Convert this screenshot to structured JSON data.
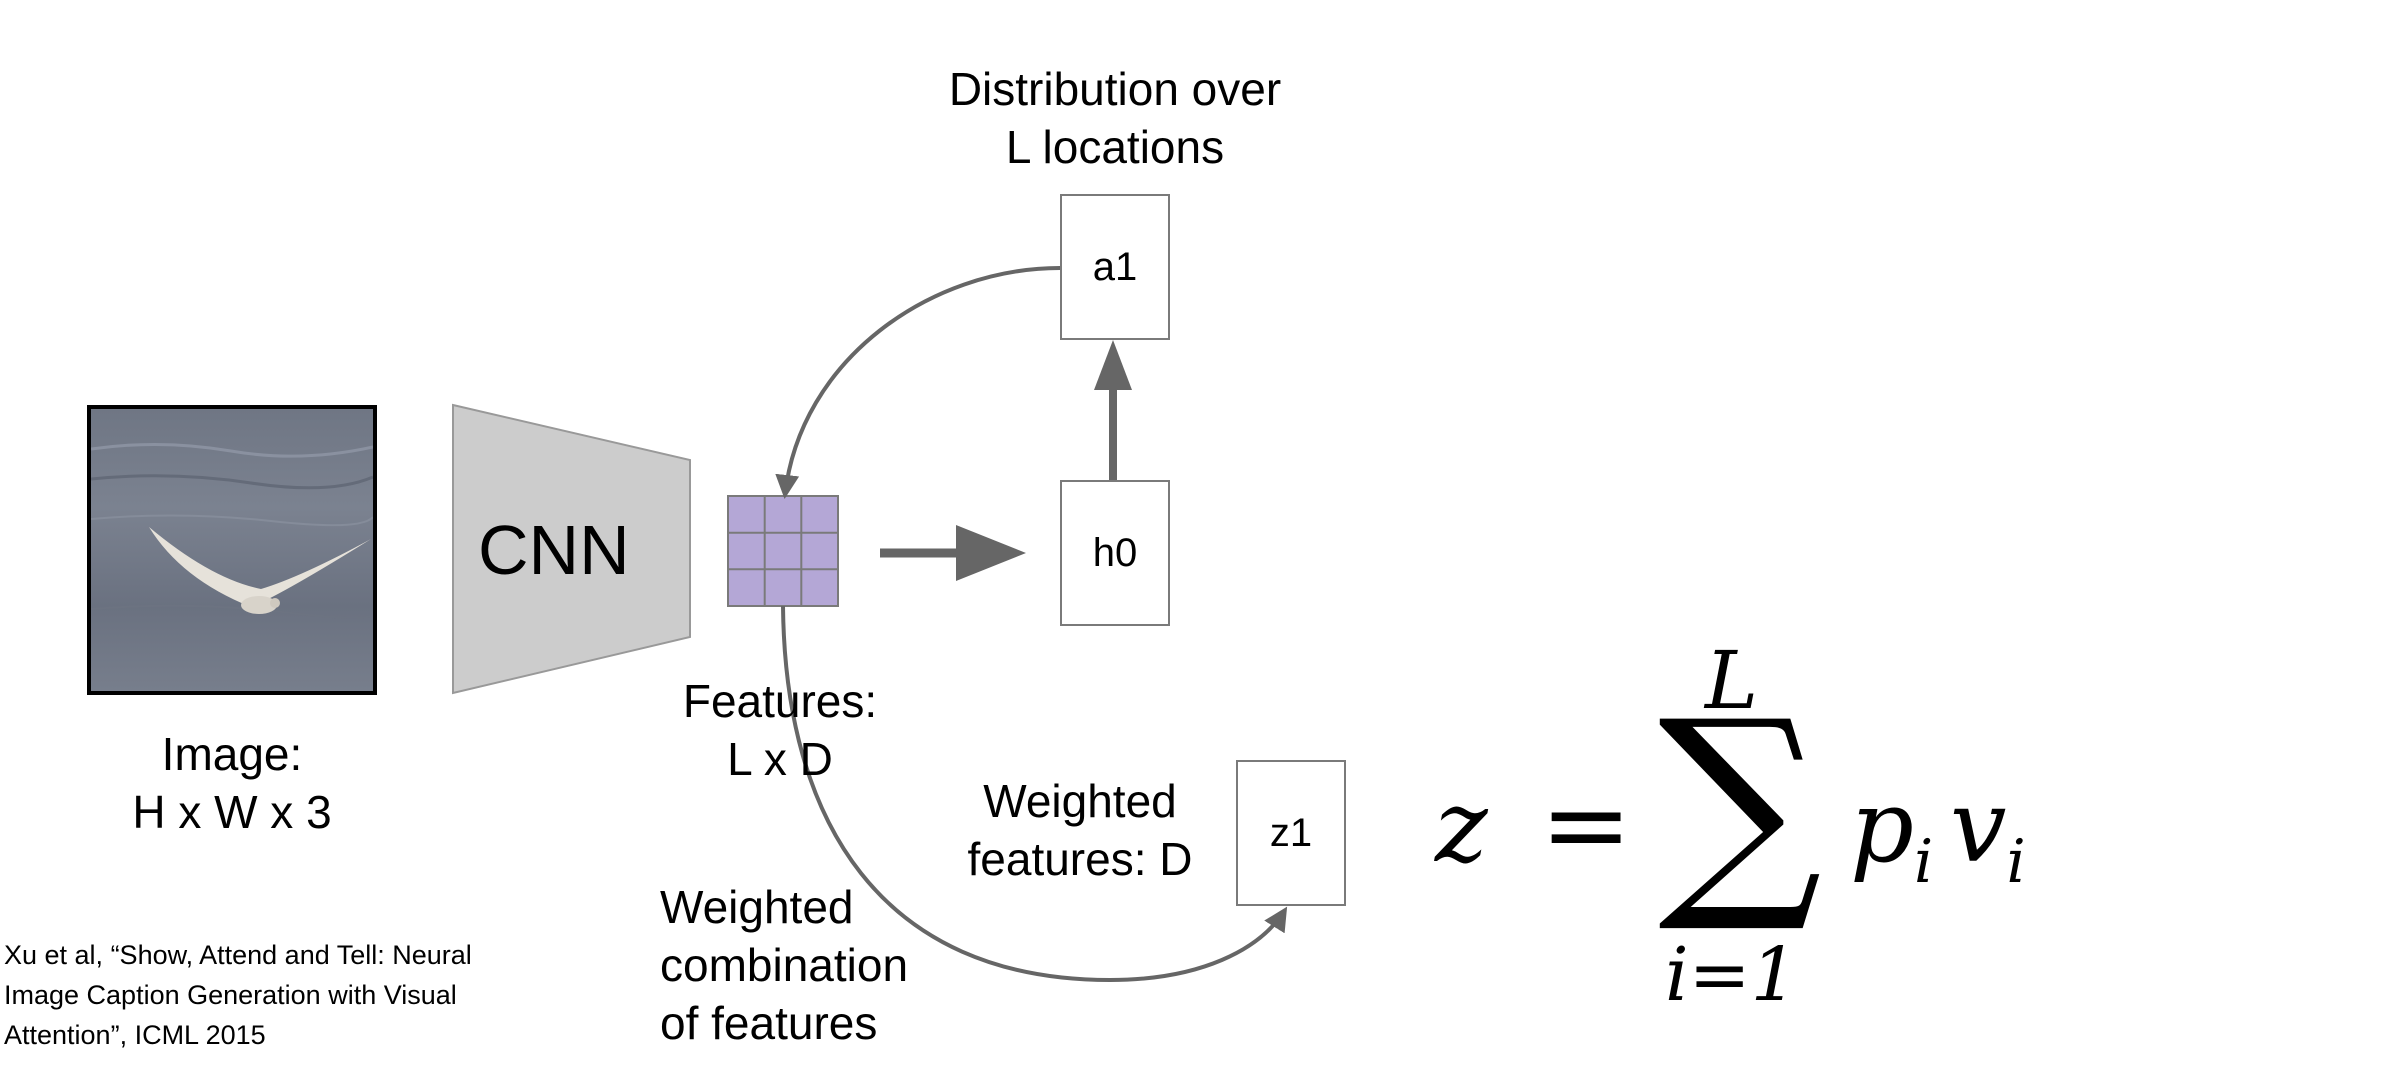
{
  "input_image": {
    "label_line1": "Image:",
    "label_line2": "H x W x 3"
  },
  "cnn": {
    "label": "CNN"
  },
  "features": {
    "label_line1": "Features:",
    "label_line2": "L x D",
    "color": "#b4a7d6"
  },
  "h0": {
    "label": "h0",
    "color": "#d9ead3"
  },
  "a1": {
    "label": "a1",
    "color": "#d9d2e9"
  },
  "distribution": {
    "line1": "Distribution over",
    "line2": "L locations"
  },
  "z1": {
    "label": "z1",
    "color": "#fce5cd"
  },
  "weighted_features": {
    "line1": "Weighted",
    "line2": "features: D"
  },
  "weighted_combination": {
    "line1": "Weighted",
    "line2": "combination",
    "line3": "of features"
  },
  "formula": {
    "lhs": "z",
    "equals": "=",
    "sum_symbol": "∑",
    "upper": "L",
    "lower": "i=1",
    "term_p": "p",
    "term_p_sub": "i",
    "term_v": "v",
    "term_v_sub": "i"
  },
  "citation": "Xu et al, “Show, Attend and Tell: Neural Image Caption Generation with Visual Attention”, ICML 2015",
  "colors": {
    "arrow": "#666666",
    "cnn_fill": "#cccccc",
    "cnn_stroke": "#999999"
  }
}
